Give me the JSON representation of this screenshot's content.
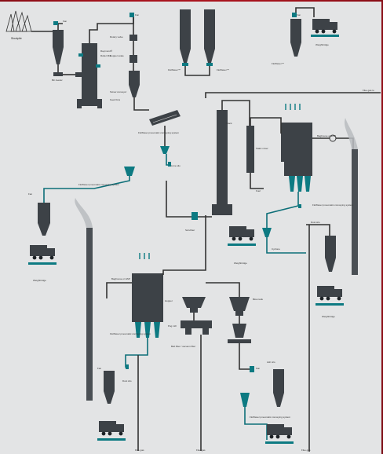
{
  "labels": {
    "stockpile": "Stockpile",
    "fan_top_left": "Fan",
    "bin_feeder": "Bin feeder",
    "mill_line1": "Raymond®",
    "mill_line2": "Roller Mill",
    "fan_top_mid": "Fan",
    "rotary_valve": "Rotary valve",
    "hopper_scale": "Hopper scale",
    "screw_conveyor_top": "Screw conveyor",
    "feed_bins": "Feed bins",
    "feed_bins_left": "FloWaxer™",
    "feed_bins_right": "FloWaxer™",
    "fan_top_right": "Fan",
    "flowaxer_top_right": "FloWaxer™",
    "weighbridge_top": "Weighbridge",
    "flue_gas_tr": "Flue gas to",
    "sulphur_mill": "Stack",
    "lime_silo_lbl": "Lime silo",
    "static_mixer": "Static mixer",
    "fuel_ea_lbl": "Fuel",
    "cyclone_lbl": "Cyclone",
    "dense_phase_right": "FloWaxer pneumatic conveying system",
    "dense_phase_top": "FloWaxer pneumatic conveying system",
    "weighbridge_mid": "Weighbridge",
    "baghouse_right": "Baghouse or ESP",
    "dust_silo": "Dust silo",
    "fan_left": "Fan",
    "weighbridge_left": "Weighbridge",
    "flowaxer_left": "FloWaxer pneumatic conveying system",
    "baghouse_left": "Baghouse or ESP",
    "flowaxer_left_bottom": "FloWaxer pneumatic conveying system",
    "hopper_lbl": "Hopper",
    "fan_bottom_left": "Fan",
    "dust_silo_bottom_left": "Dust silo",
    "pug_mill": "Pug mill",
    "belt_filter": "Belt filter / vacuum filter",
    "blow_tank": "Blow tank",
    "fan_bottom_right": "Fan",
    "flowaxer_bottom_right": "FloWaxer pneumatic conveying system",
    "ash_silo": "Ash silo",
    "weighbridge_right": "Weighbridge",
    "flue_gas_bottom_1": "Flue gas",
    "flue_gas_bottom_2": "Flue gas",
    "flue_gas_bottom_3": "Flue gas",
    "scrubber": "Scrubber"
  }
}
